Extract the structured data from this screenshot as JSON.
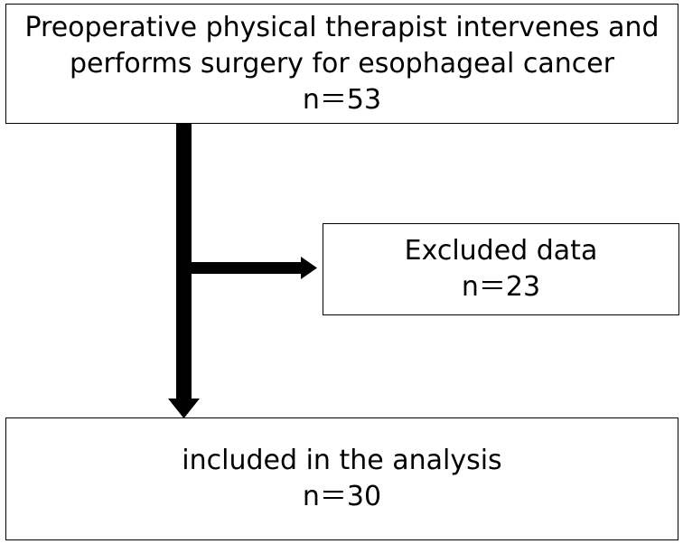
{
  "boxes": {
    "top": {
      "line1": "Preoperative physical therapist intervenes and",
      "line2": "performs surgery for esophageal cancer",
      "count": "n＝53"
    },
    "excluded": {
      "label": "Excluded data",
      "count": "n＝23"
    },
    "included": {
      "label": "included in the analysis",
      "count": "n＝30"
    }
  },
  "colors": {
    "stroke": "#000000",
    "background": "#ffffff"
  }
}
